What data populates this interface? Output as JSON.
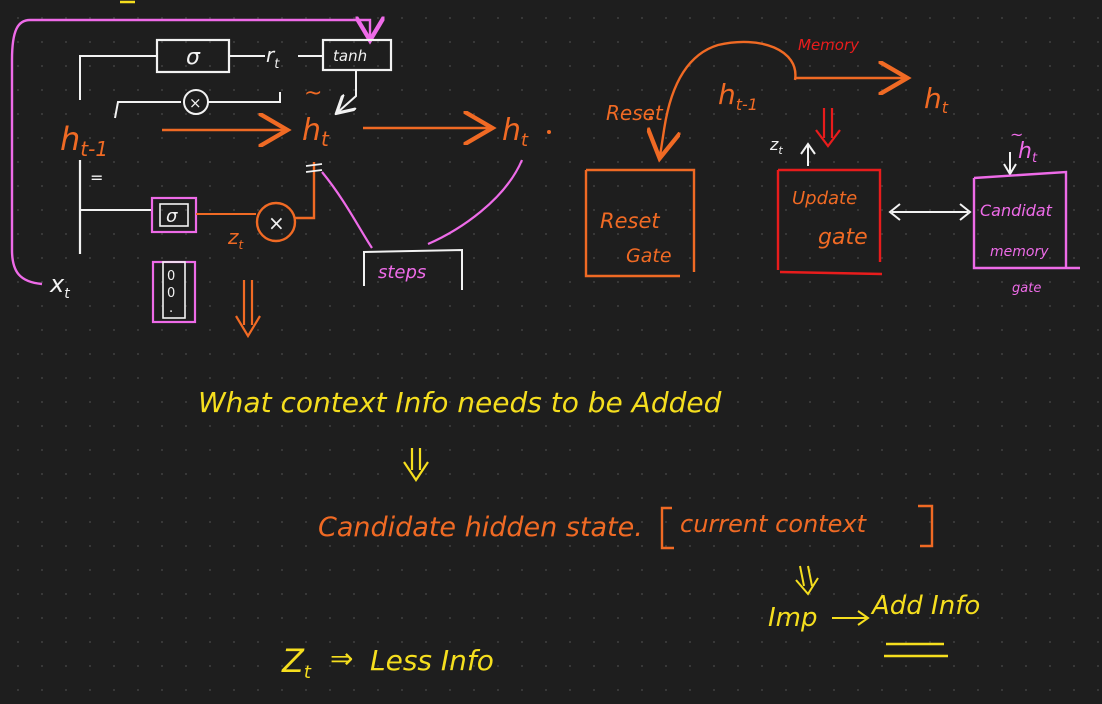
{
  "colors": {
    "background": "#1e1e1e",
    "dot": "#3a3a3a",
    "white": "#f2f2f2",
    "pink": "#ee6be8",
    "orange": "#f06a24",
    "red": "#e81c1c",
    "yellow": "#f5de1e"
  },
  "left_diagram": {
    "sigma_top": "σ",
    "r_t": "r",
    "r_t_sub": "t",
    "tanh": "tanh",
    "mult_circle": "×",
    "h_prev": "h",
    "h_prev_sub": "t-1",
    "equals_mark": "=",
    "h_tilde": "h",
    "h_tilde_sub": "t",
    "tilde": "~",
    "h_out": "h",
    "h_out_sub": "t",
    "sigma_bottom": "σ",
    "z_t": "z",
    "z_t_sub": "t",
    "mult_bottom": "×",
    "x_t": "x",
    "x_t_sub": "t",
    "vector_vals": [
      "0",
      "0",
      "."
    ],
    "steps": "steps"
  },
  "right_diagram": {
    "memory": "Memory",
    "h_prev": "h",
    "h_prev_sub": "t-1",
    "h_t": "h",
    "h_t_sub": "t",
    "reset_label": "Reset",
    "z_t": "z",
    "z_t_sub": "t",
    "reset_gate_line1": "Reset",
    "reset_gate_line2": "Gate",
    "update_gate_line1": "Update",
    "update_gate_line2": "gate",
    "h_tilde_top": "h",
    "h_tilde_sub": "t",
    "candidate_line1": "Candidat",
    "candidate_line2": "memory",
    "candidate_line3": "gate"
  },
  "notes": {
    "line1": "What context Info needs to be Added",
    "line2_a": "Candidate hidden state.",
    "line2_b": "current context",
    "imp": "Imp",
    "add_info": "Add Info",
    "zt_note": "Z",
    "zt_note_sub": "t",
    "implies": "⇒",
    "less_info": "Less Info"
  }
}
